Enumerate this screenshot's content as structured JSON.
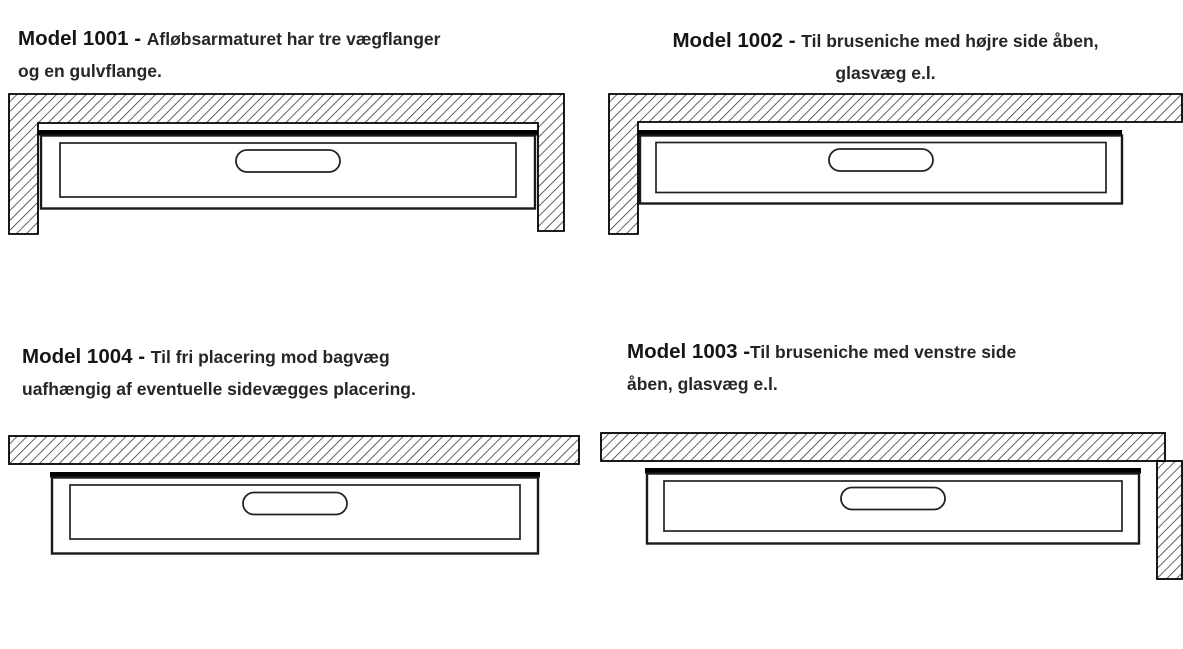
{
  "page": {
    "background_color": "#ffffff",
    "text_color": "#1c1c1c",
    "hatch_line_color": "#2f2f2f",
    "outline_color": "#000000"
  },
  "panels": [
    {
      "id": "model-1001",
      "model_label": "Model 1001 - ",
      "desc_line1": "Afløbsarmaturet har tre vægflanger",
      "desc_line2": "og en gulvflange.",
      "walls": "top, left, right"
    },
    {
      "id": "model-1002",
      "model_label": "Model 1002 - ",
      "desc_line1": "Til bruseniche med højre side åben,",
      "desc_line2": "glasvæg e.l.",
      "walls": "top, left"
    },
    {
      "id": "model-1004",
      "model_label": "Model 1004 - ",
      "desc_line1": "Til fri placering mod bagvæg",
      "desc_line2": "uafhængig af eventuelle sidevægges placering.",
      "walls": "top"
    },
    {
      "id": "model-1003",
      "model_label": "Model 1003 -",
      "desc_line1": "Til bruseniche med venstre side",
      "desc_line2": "åben, glasvæg e.l.",
      "walls": "top, right"
    }
  ]
}
